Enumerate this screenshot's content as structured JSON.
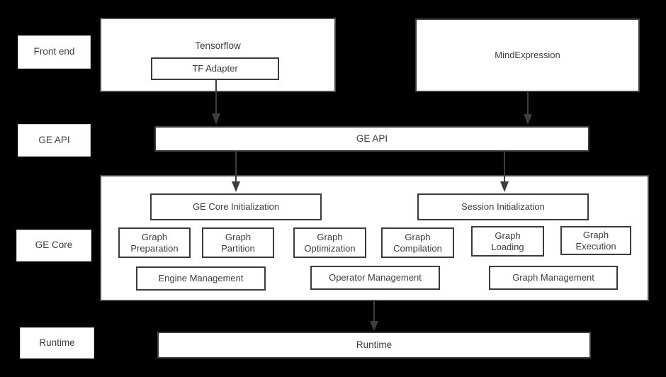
{
  "diagram": {
    "title": "GE architecture layered diagram",
    "background_color": "#000000",
    "box_fill": "#ffffff",
    "box_border": "#3b3b3b",
    "text_color": "#3d3d3d",
    "arrow_color": "#3d3d3d"
  },
  "layer_labels": [
    {
      "id": "front-end",
      "label": "Front end"
    },
    {
      "id": "ge-api",
      "label": "GE API"
    },
    {
      "id": "ge-core",
      "label": "GE Core"
    },
    {
      "id": "runtime",
      "label": "Runtime"
    }
  ],
  "frontend": {
    "tensorflow": {
      "label": "Tensorflow",
      "child": {
        "label": "TF Adapter"
      }
    },
    "mindexpression": {
      "label": "MindExpression"
    }
  },
  "ge_api_bar": {
    "label": "GE API"
  },
  "ge_core": {
    "initialization": [
      {
        "label": "GE Core Initialization"
      },
      {
        "label": "Session Initialization"
      }
    ],
    "modules": [
      {
        "label": "Graph\nPreparation"
      },
      {
        "label": "Graph\nPartition"
      },
      {
        "label": "Graph\nOptimization"
      },
      {
        "label": "Graph\nCompilation"
      },
      {
        "label": "Graph\nLoading"
      },
      {
        "label": "Graph\nExecution"
      }
    ],
    "management": [
      {
        "label": "Engine Management"
      },
      {
        "label": "Operator Management"
      },
      {
        "label": "Graph Management"
      }
    ]
  },
  "runtime_bar": {
    "label": "Runtime"
  },
  "arrows": [
    {
      "id": "tf-adapter-to-ge-api",
      "from": "TF Adapter",
      "to": "GE API"
    },
    {
      "id": "mindexpression-to-ge-api",
      "from": "MindExpression",
      "to": "GE API"
    },
    {
      "id": "ge-api-to-ge-core-init",
      "from": "GE API",
      "to": "GE Core Initialization"
    },
    {
      "id": "ge-api-to-session-init",
      "from": "GE API",
      "to": "Session Initialization"
    },
    {
      "id": "ge-core-to-runtime",
      "from": "GE Core",
      "to": "Runtime"
    }
  ]
}
